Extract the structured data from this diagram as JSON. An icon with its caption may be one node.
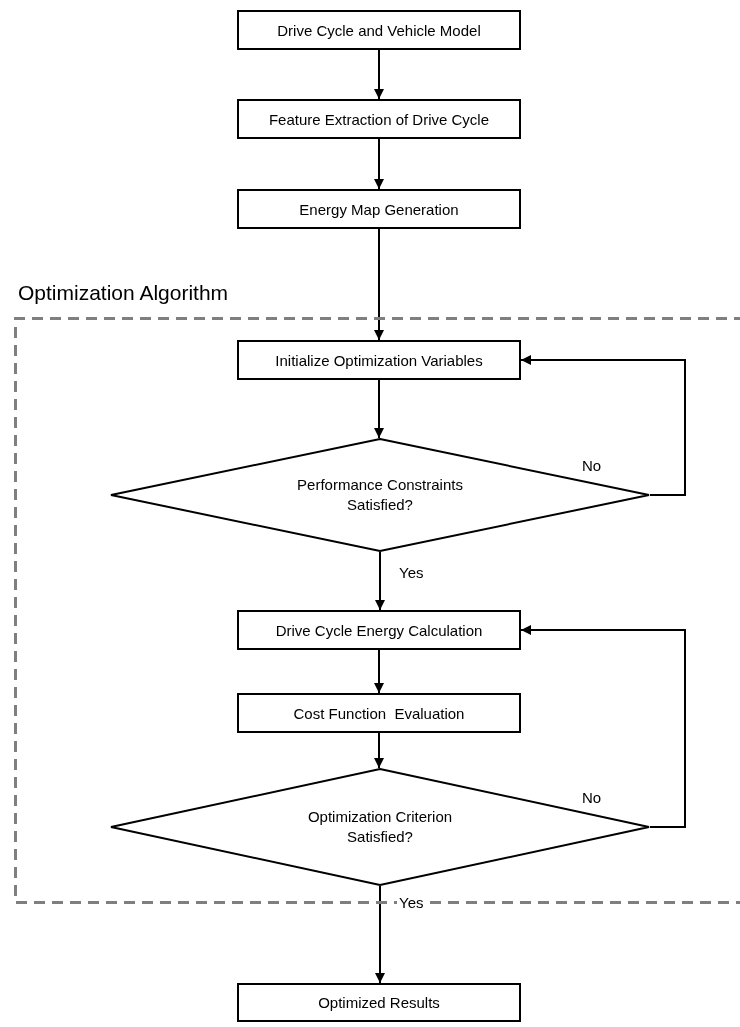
{
  "diagram": {
    "nodes": [
      {
        "text": [
          "Drive Cycle and Vehicle Model"
        ]
      },
      {
        "text": [
          "Feature Extraction of Drive Cycle"
        ]
      },
      {
        "text": [
          "Energy Map Generation"
        ]
      },
      {
        "text": [
          "Optimization Algorithm"
        ]
      },
      {
        "text": [
          "Initialize Optimization Variables"
        ],
        "in": 3
      },
      {
        "text": [
          "Performance Constraints Satisfied?"
        ],
        "in": 3
      },
      {
        "text": [
          "Drive Cycle Energy Calculation"
        ],
        "in": 3
      },
      {
        "text": [
          "Cost Function  Evaluation"
        ],
        "in": 3
      },
      {
        "text": [
          "Optimization Criterion Satisfied?"
        ],
        "in": 3
      },
      {
        "text": [
          "Optimized Results"
        ]
      }
    ],
    "edges": [
      {
        "from": 0,
        "to": 1,
        "arrow": "to"
      },
      {
        "from": 1,
        "to": 2,
        "arrow": "to"
      },
      {
        "from": 2,
        "to": 4,
        "arrow": "to"
      },
      {
        "from": 4,
        "to": 5,
        "arrow": "to"
      },
      {
        "from": 5,
        "to": 4,
        "arrow": "to",
        "label": "No"
      },
      {
        "from": 5,
        "to": 6,
        "arrow": "to",
        "label": "Yes"
      },
      {
        "from": 6,
        "to": 7,
        "arrow": "to"
      },
      {
        "from": 7,
        "to": 8,
        "arrow": "to"
      },
      {
        "from": 8,
        "to": 6,
        "arrow": "to",
        "label": "No"
      },
      {
        "from": 8,
        "to": 9,
        "arrow": "to",
        "label": "Yes"
      }
    ]
  }
}
